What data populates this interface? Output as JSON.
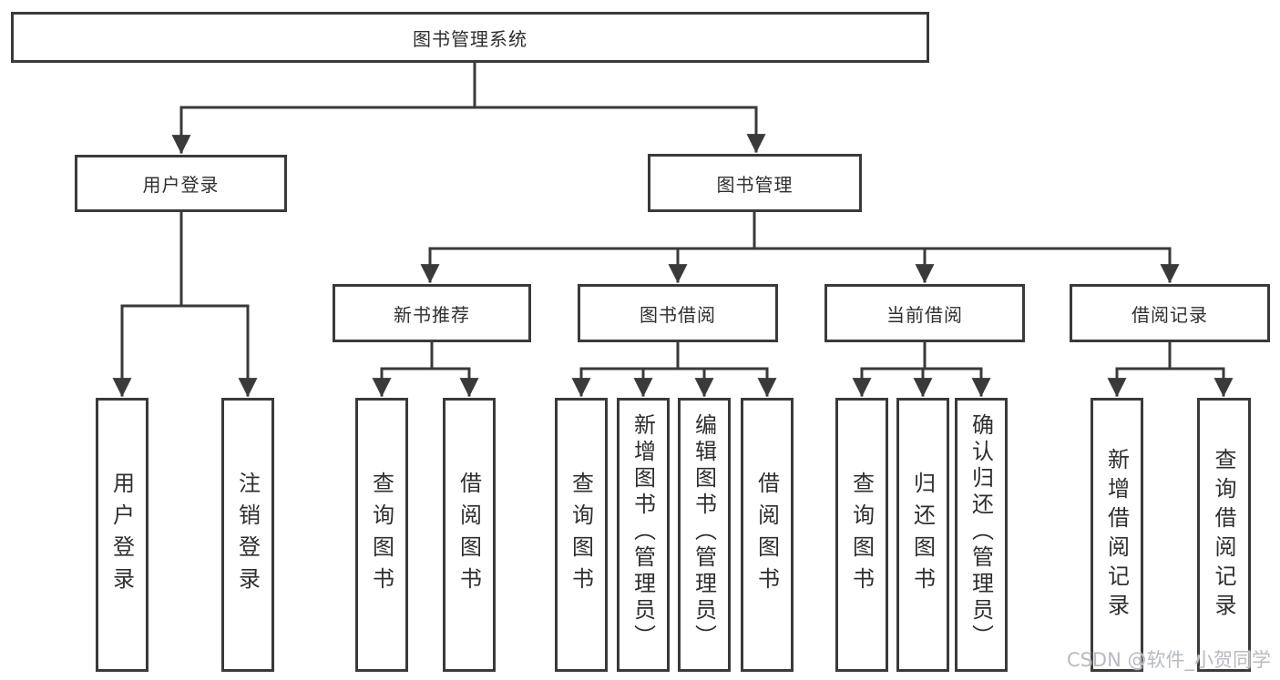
{
  "nodes": {
    "root": "图书管理系统",
    "level1": {
      "user_login": "用户登录",
      "book_management": "图书管理"
    },
    "level2": {
      "new_book_recommend": "新书推荐",
      "book_borrowing": "图书借阅",
      "current_borrowing": "当前借阅",
      "borrowing_records": "借阅记录"
    },
    "level3": {
      "user": [
        "用户登录",
        "注销登录"
      ],
      "recommend": [
        "查询图书",
        "借阅图书"
      ],
      "borrow": [
        "查询图书",
        "新增图书（管理员）",
        "编辑图书（管理员）",
        "借阅图书"
      ],
      "current": [
        "查询图书",
        "归还图书",
        "确认归还（管理员）"
      ],
      "records": [
        "新增借阅记录",
        "查询借阅记录"
      ]
    }
  },
  "watermark": "CSDN @软件_小贺同学",
  "colors": {
    "line": "#3a3a3a",
    "box_border": "#3a3a3a",
    "text": "#2f2f2f",
    "watermark": "#b7bbc1",
    "background": "#ffffff"
  }
}
